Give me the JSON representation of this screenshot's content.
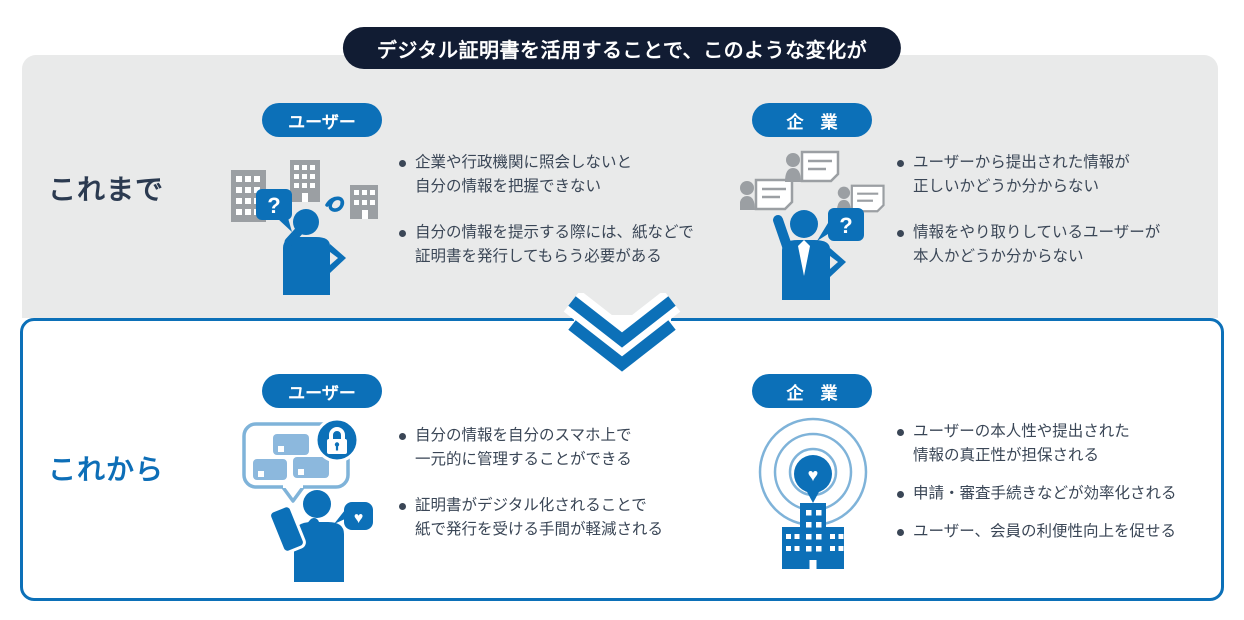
{
  "header": {
    "title": "デジタル証明書を活用することで、このような変化が"
  },
  "sections": {
    "before": {
      "label": "これまで",
      "user": {
        "badge": "ユーザー",
        "bullets": [
          "企業や行政機関に照会しないと\n自分の情報を把握できない",
          "自分の情報を提示する際には、紙などで\n証明書を発行してもらう必要がある"
        ]
      },
      "company": {
        "badge": "企　業",
        "bullets": [
          "ユーザーから提出された情報が\n正しいかどうか分からない",
          "情報をやり取りしているユーザーが\n本人かどうか分からない"
        ]
      }
    },
    "after": {
      "label": "これから",
      "user": {
        "badge": "ユーザー",
        "bullets": [
          "自分の情報を自分のスマホ上で\n一元的に管理することができる",
          "証明書がデジタル化されることで\n紙で発行を受ける手間が軽減される"
        ]
      },
      "company": {
        "badge": "企　業",
        "bullets": [
          "ユーザーの本人性や提出された\n情報の真正性が担保される",
          "申請・審査手続きなどが効率化される",
          "ユーザー、会員の利便性向上を促せる"
        ]
      }
    }
  },
  "icons": {
    "question_mark": "?",
    "heart": "♥"
  },
  "colors": {
    "blue": "#0c70b8",
    "navy": "#111c33",
    "panel_gray": "#e9eaea",
    "light_blue": "#7fb3d9",
    "icon_gray": "#9b9fa3",
    "text_dark": "#3a4656"
  }
}
